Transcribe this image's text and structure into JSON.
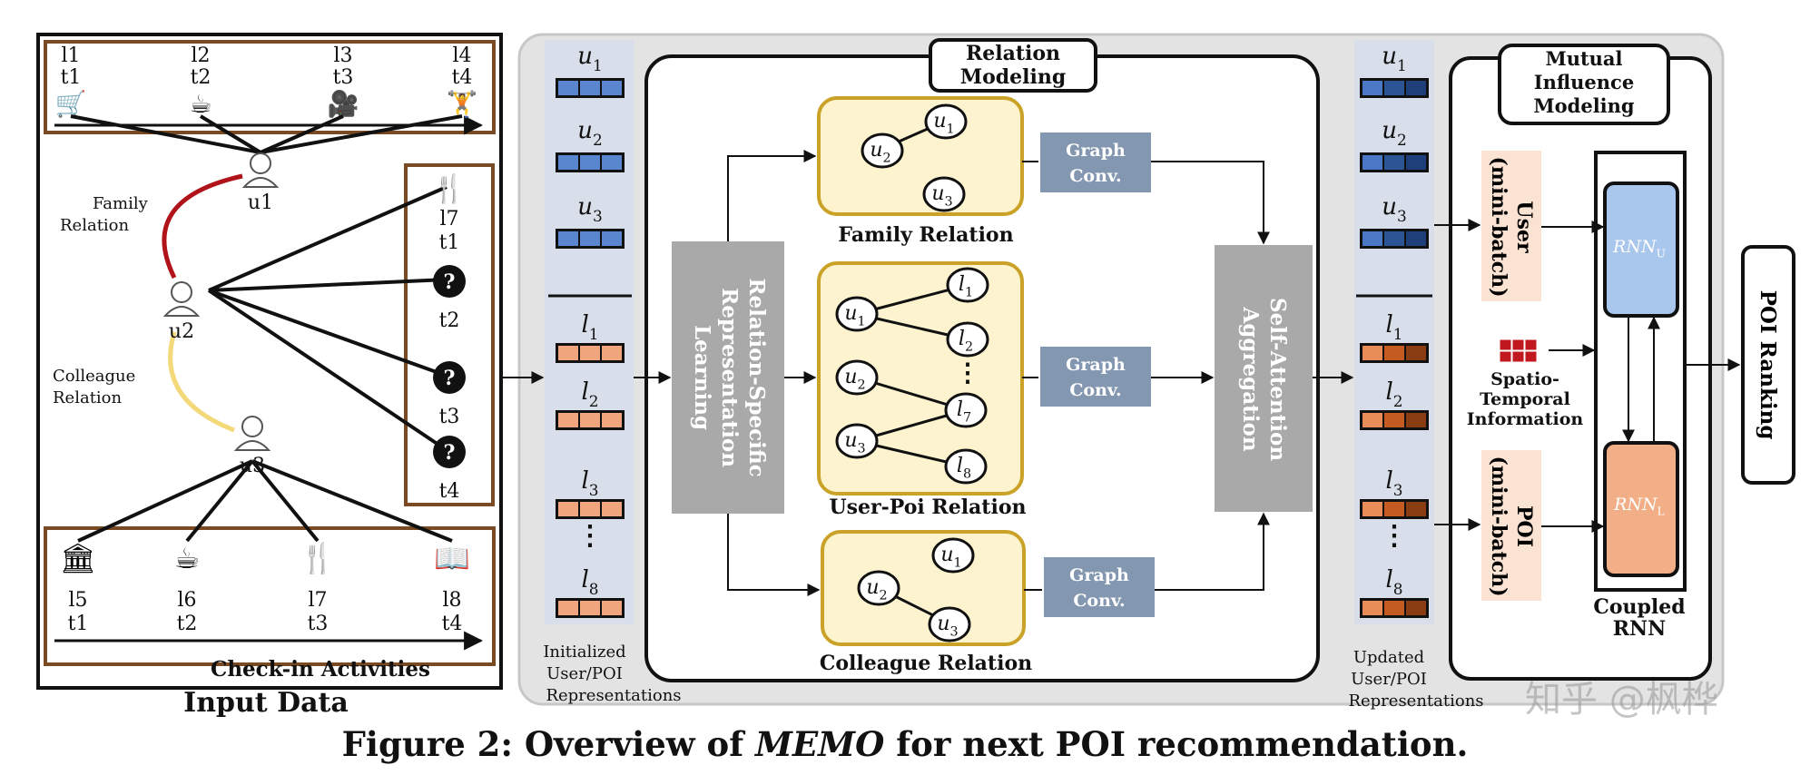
{
  "input": {
    "title": "Input Data",
    "checkin_title": "Check-in Activities",
    "top_pois": [
      {
        "loc": "l1",
        "time": "t1",
        "icon": "shopping-cart-icon"
      },
      {
        "loc": "l2",
        "time": "t2",
        "icon": "coffee-mug-icon"
      },
      {
        "loc": "l3",
        "time": "t3",
        "icon": "movie-camera-icon"
      },
      {
        "loc": "l4",
        "time": "t4",
        "icon": "dumbbell-icon"
      }
    ],
    "bottom_pois": [
      {
        "loc": "l5",
        "time": "t1",
        "icon": "museum-icon"
      },
      {
        "loc": "l6",
        "time": "t2",
        "icon": "coffee-cup-icon"
      },
      {
        "loc": "l7",
        "time": "t3",
        "icon": "fork-knife-icon"
      },
      {
        "loc": "l8",
        "time": "t4",
        "icon": "open-book-icon"
      }
    ],
    "users": [
      "u1",
      "u2",
      "u3"
    ],
    "family_relation": [
      "Family",
      "Relation"
    ],
    "colleague_relation": [
      "Colleague",
      "Relation"
    ],
    "candidates": [
      {
        "loc": "l7",
        "time": "t1",
        "icon": "fork-knife-icon"
      },
      {
        "time": "t2",
        "icon": "question-icon"
      },
      {
        "time": "t3",
        "icon": "question-icon"
      },
      {
        "time": "t4",
        "icon": "question-icon"
      }
    ],
    "question_mark": "?"
  },
  "embeddings": {
    "initial_caption": [
      "Initialized",
      "User/POI",
      "Representations"
    ],
    "updated_caption": [
      "Updated",
      "User/POI",
      "Representations"
    ],
    "user_base": "u",
    "poi_base": "l",
    "user_subs": [
      "1",
      "2",
      "3"
    ],
    "poi_subs": [
      "1",
      "2",
      "3",
      "8"
    ],
    "dots": "⋮",
    "colors": {
      "initial_user": "#5a86cf",
      "initial_poi": "#f0a57c",
      "updated_user": [
        "#4a78c6",
        "#2c5596",
        "#1f3f7a"
      ],
      "updated_poi": [
        "#e88c58",
        "#c45c22",
        "#8a3d12"
      ],
      "panel_bg": "#d9dfea"
    }
  },
  "relation": {
    "title": [
      "Relation",
      "Modeling"
    ],
    "rsrl_label": [
      "Relation-Specific",
      "Representation",
      "Learning"
    ],
    "saa_label": [
      "Self-Attention",
      "Aggregation"
    ],
    "graph_conv": [
      "Graph",
      "Conv."
    ],
    "family_label": "Family Relation",
    "userpoi_label": "User-Poi Relation",
    "colleague_label": "Colleague Relation",
    "node_u": "u",
    "node_l": "l",
    "family_nodes": [
      "1",
      "2",
      "3"
    ],
    "userpoi_nodes_u": [
      "1",
      "2",
      "3"
    ],
    "userpoi_nodes_l": [
      "1",
      "2",
      "7",
      "8"
    ],
    "colleague_nodes": [
      "1",
      "2",
      "3"
    ],
    "dots": "⋮",
    "colors": {
      "gold": "#c9a227",
      "cream": "#fdf4cf",
      "grey_block": "#a9a9a9",
      "conv_block": "#8497b0"
    }
  },
  "mutual": {
    "title": [
      "Mutual",
      "Influence",
      "Modeling"
    ],
    "user_batch": [
      "User",
      "(mini-batch)"
    ],
    "poi_batch": [
      "POI",
      "(mini-batch)"
    ],
    "st_info": [
      "Spatio-",
      "Temporal",
      "Information"
    ],
    "rnn_base": "RNN",
    "rnn_u_sub": "U",
    "rnn_l_sub": "L",
    "coupled_label": [
      "Coupled",
      "RNN"
    ],
    "output": "POI Ranking",
    "colors": {
      "batch_bg": "#fbe3d3",
      "rnn_u": "#a9c6ec",
      "rnn_l": "#f2ae86",
      "st_grid": "#c0181e"
    }
  },
  "caption": {
    "prefix": "Figure 2: Overview of ",
    "name": "MEMO",
    "suffix": " for next POI recommendation."
  },
  "watermark": "知乎 @枫桦"
}
